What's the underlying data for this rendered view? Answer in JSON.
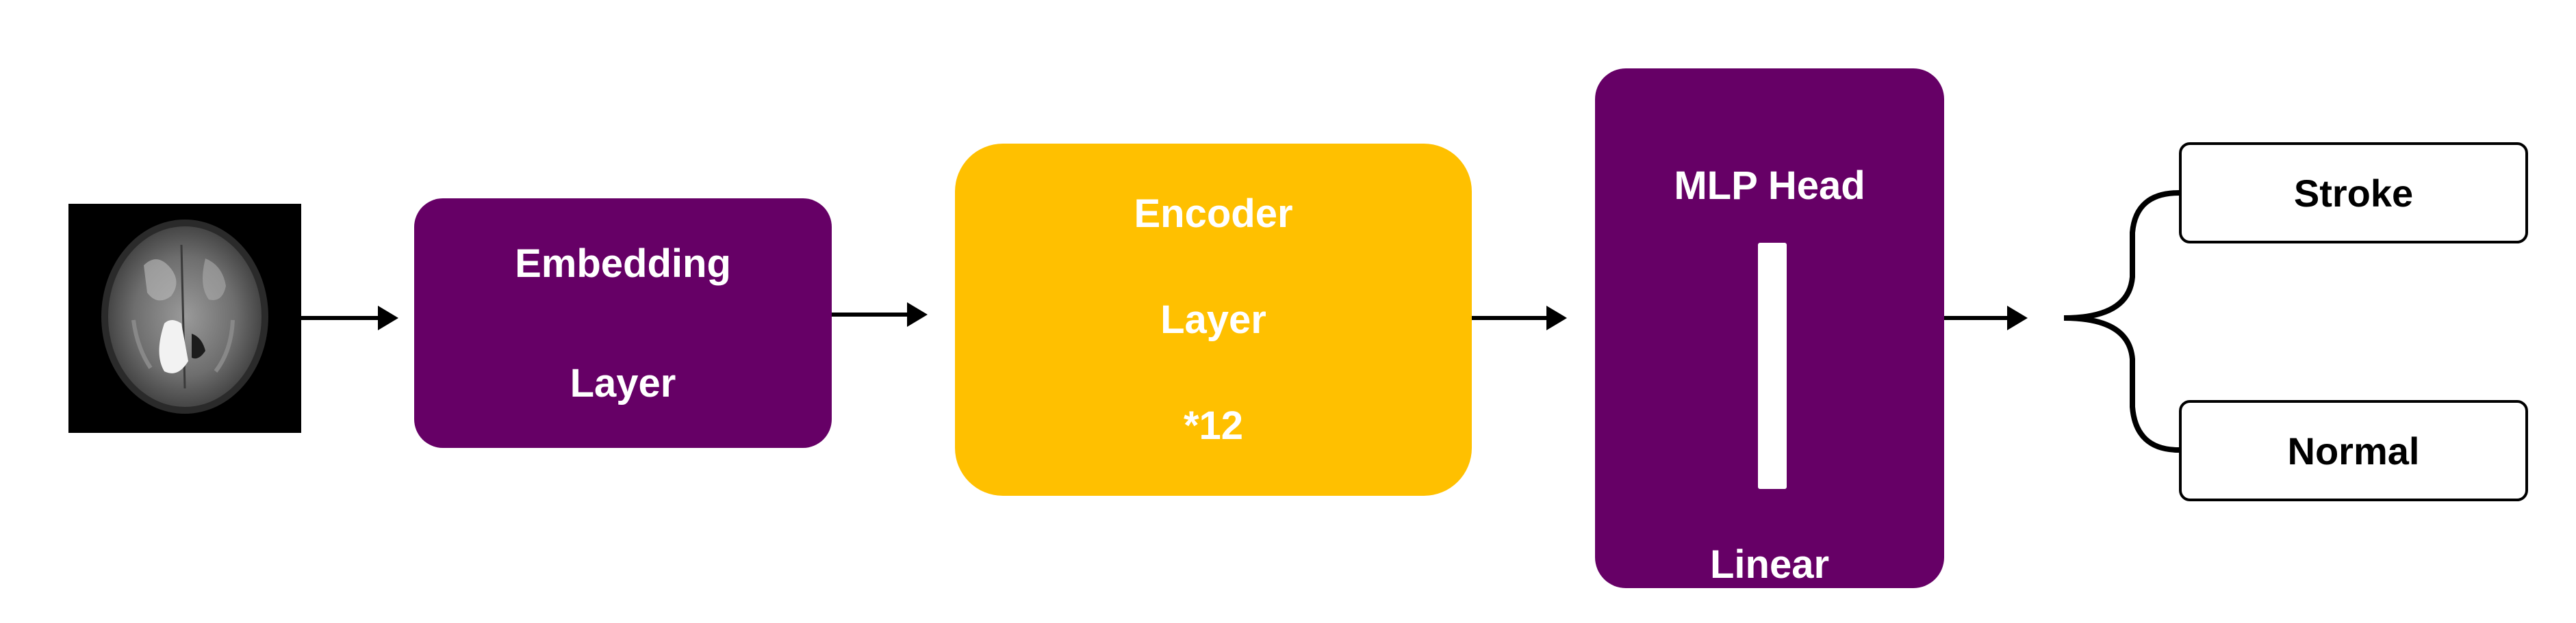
{
  "input": {
    "icon": "brain-mri-scan-icon"
  },
  "embedding": {
    "line1": "Embedding",
    "line2": "Layer",
    "color": "#660066"
  },
  "encoder": {
    "line1": "Encoder",
    "line2": "Layer",
    "line3": "*12",
    "color": "#ffc000"
  },
  "mlp_head": {
    "title": "MLP Head",
    "subtitle": "Linear",
    "color": "#660066"
  },
  "outputs": {
    "stroke": "Stroke",
    "normal": "Normal"
  },
  "connector_icons": [
    "arrow-right-icon",
    "brace-icon"
  ]
}
